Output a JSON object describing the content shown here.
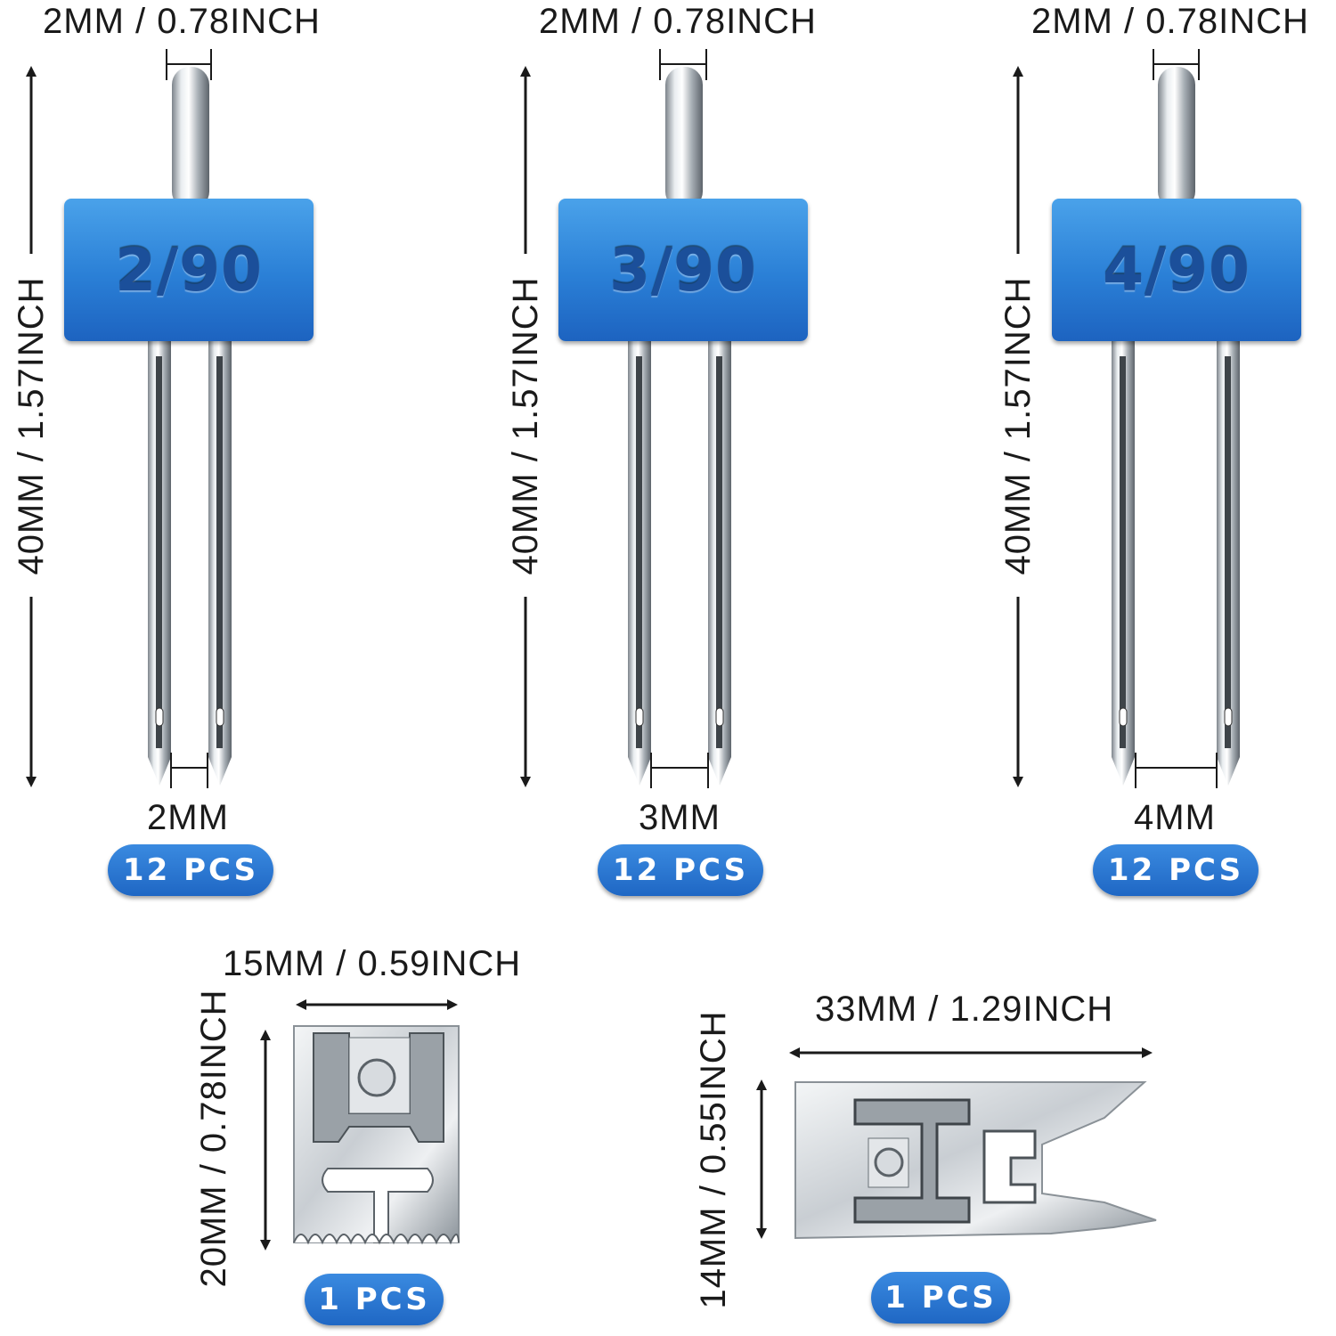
{
  "needles": [
    {
      "hub_label": "2/90",
      "shank_width": "2MM / 0.78INCH",
      "length": "40MM / 1.57INCH",
      "needle_gap": "2MM",
      "quantity": "12 PCS"
    },
    {
      "hub_label": "3/90",
      "shank_width": "2MM / 0.78INCH",
      "length": "40MM / 1.57INCH",
      "needle_gap": "3MM",
      "quantity": "12 PCS"
    },
    {
      "hub_label": "4/90",
      "shank_width": "2MM / 0.78INCH",
      "length": "40MM / 1.57INCH",
      "needle_gap": "4MM",
      "quantity": "12 PCS"
    }
  ],
  "pintuck_foot": {
    "width": "15MM / 0.59INCH",
    "height": "20MM / 0.78INCH",
    "quantity": "1 PCS"
  },
  "presser_foot": {
    "width": "33MM / 1.29INCH",
    "height": "14MM / 0.55INCH",
    "quantity": "1 PCS"
  },
  "colors": {
    "accent_blue": "#2a7fd6",
    "hub_text": "#1b4f9a",
    "label_text": "#1a1a1a",
    "metal": "#c8cdd2"
  }
}
